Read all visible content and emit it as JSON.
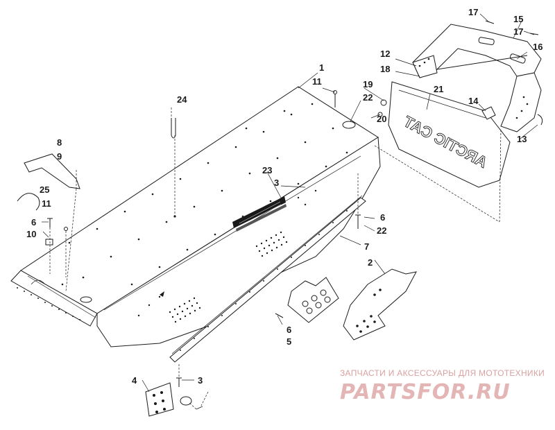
{
  "callouts": [
    {
      "id": "c1",
      "text": "1"
    },
    {
      "id": "c2",
      "text": "2"
    },
    {
      "id": "c3a",
      "text": "3"
    },
    {
      "id": "c3b",
      "text": "3"
    },
    {
      "id": "c4",
      "text": "4"
    },
    {
      "id": "c5",
      "text": "5"
    },
    {
      "id": "c6a",
      "text": "6"
    },
    {
      "id": "c6b",
      "text": "6"
    },
    {
      "id": "c6c",
      "text": "6"
    },
    {
      "id": "c7",
      "text": "7"
    },
    {
      "id": "c8",
      "text": "8"
    },
    {
      "id": "c9",
      "text": "9"
    },
    {
      "id": "c10",
      "text": "10"
    },
    {
      "id": "c11a",
      "text": "11"
    },
    {
      "id": "c11b",
      "text": "11"
    },
    {
      "id": "c12",
      "text": "12"
    },
    {
      "id": "c13",
      "text": "13"
    },
    {
      "id": "c14",
      "text": "14"
    },
    {
      "id": "c15",
      "text": "15"
    },
    {
      "id": "c16",
      "text": "16"
    },
    {
      "id": "c17a",
      "text": "17"
    },
    {
      "id": "c17b",
      "text": "17"
    },
    {
      "id": "c18",
      "text": "18"
    },
    {
      "id": "c19",
      "text": "19"
    },
    {
      "id": "c20",
      "text": "20"
    },
    {
      "id": "c21",
      "text": "21"
    },
    {
      "id": "c22a",
      "text": "22"
    },
    {
      "id": "c22b",
      "text": "22"
    },
    {
      "id": "c23",
      "text": "23"
    },
    {
      "id": "c24",
      "text": "24"
    },
    {
      "id": "c25",
      "text": "25"
    }
  ],
  "flap_brand": "ARCTIC CAT",
  "watermark": {
    "line1": "ЗАПЧАСТИ И АКСЕССУАРЫ ДЛЯ МОТОТЕХНИКИ",
    "line2": "PARTSFOR.RU"
  }
}
